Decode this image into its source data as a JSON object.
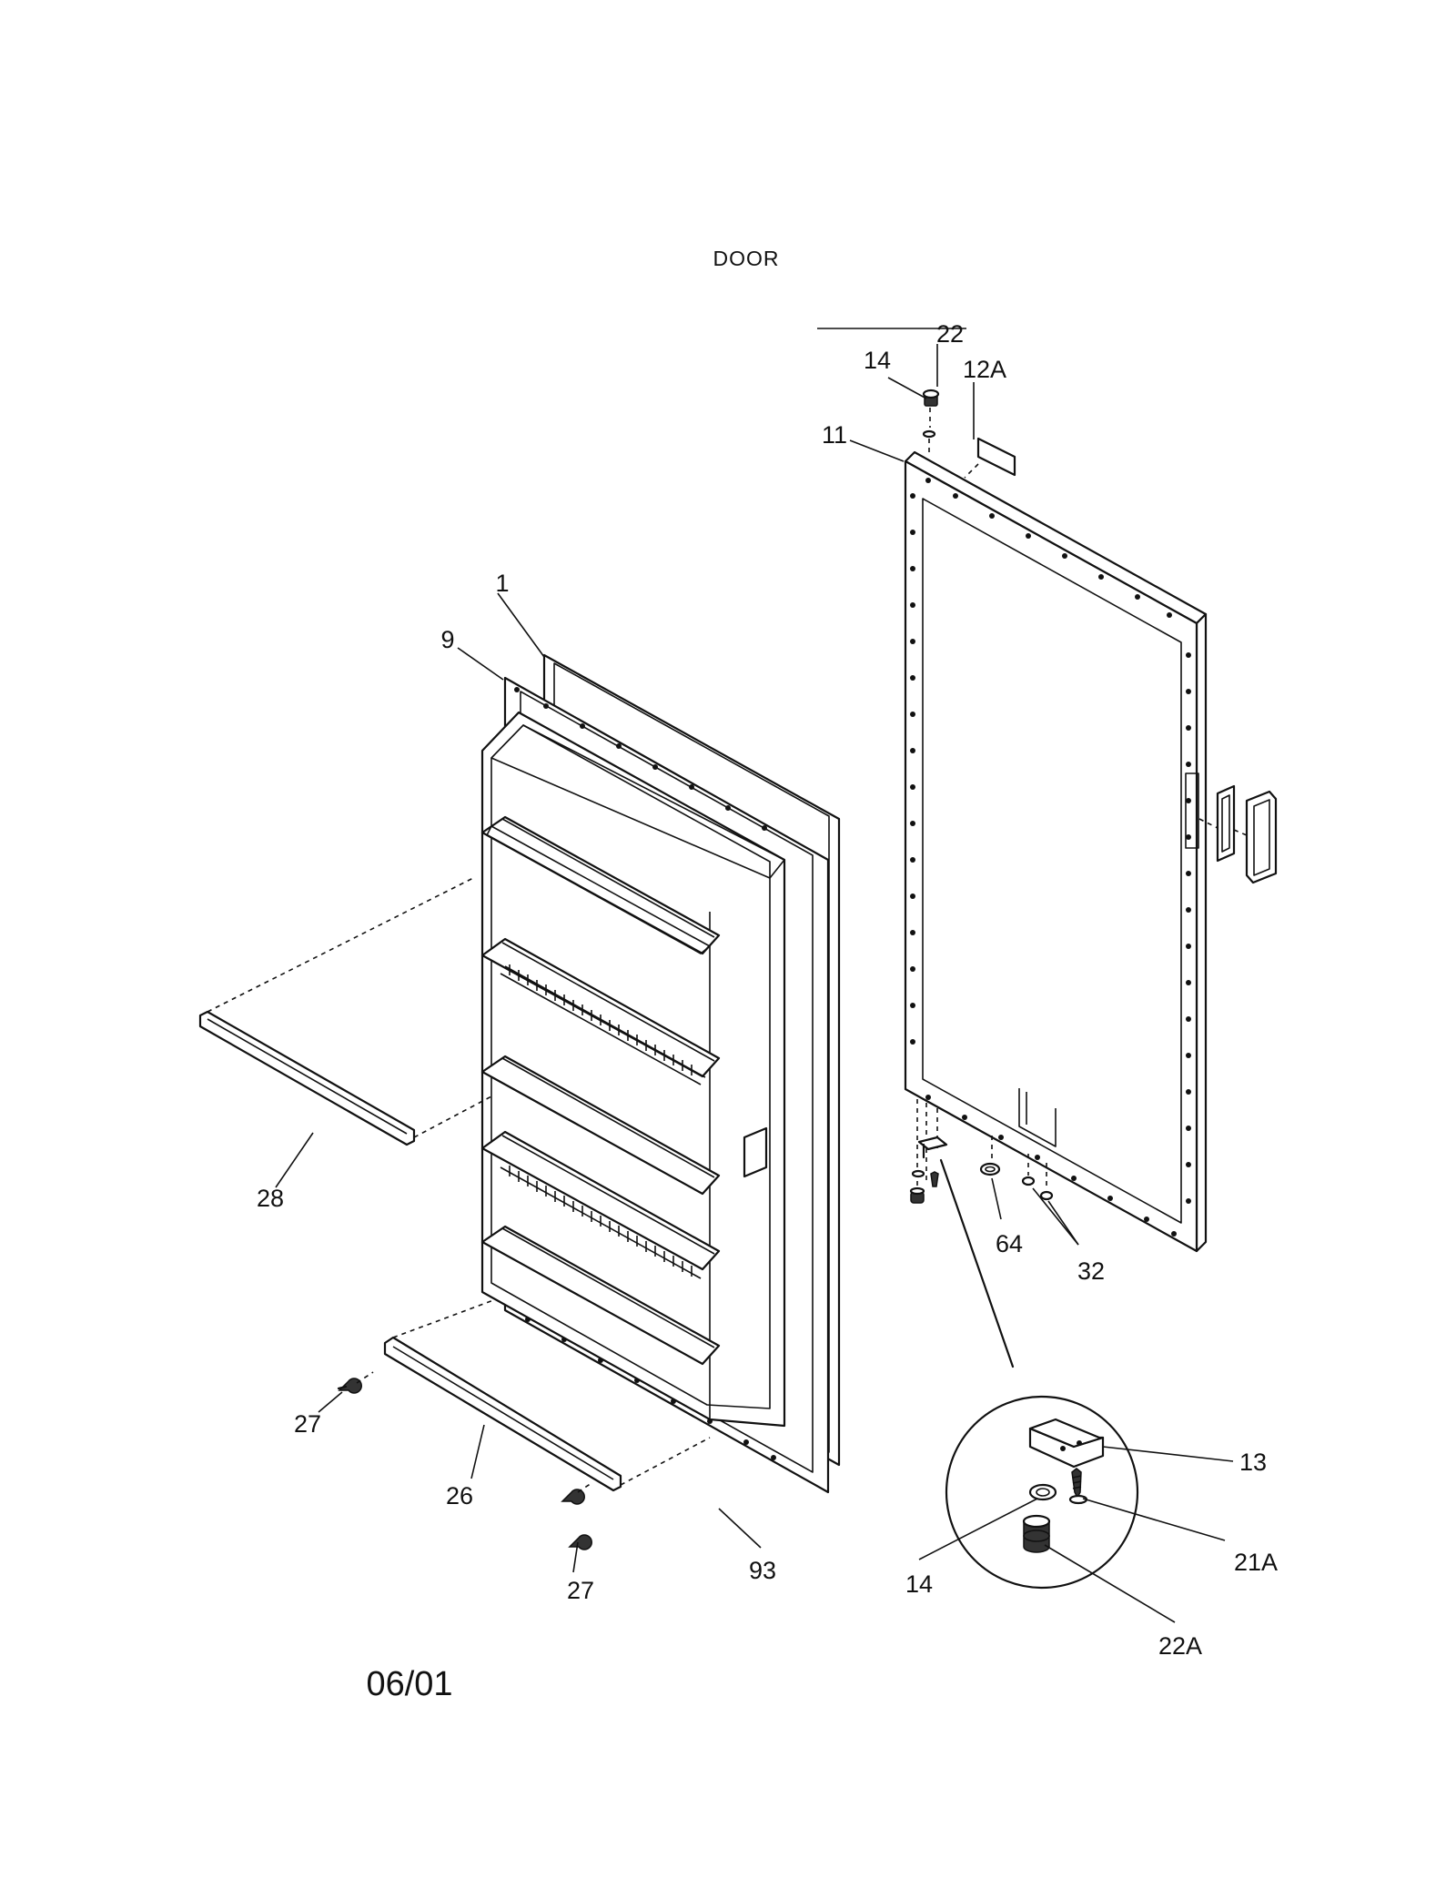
{
  "title": "DOOR",
  "date_code": "06/01",
  "callouts": {
    "c1": "1",
    "c9": "9",
    "c11": "11",
    "c12a": "12A",
    "c13": "13",
    "c14_top": "14",
    "c14_detail": "14",
    "c21a": "21A",
    "c22_top": "22",
    "c22a": "22A",
    "c26": "26",
    "c27_left": "27",
    "c27_bottom": "27",
    "c28": "28",
    "c32": "32",
    "c64": "64",
    "c93": "93"
  }
}
